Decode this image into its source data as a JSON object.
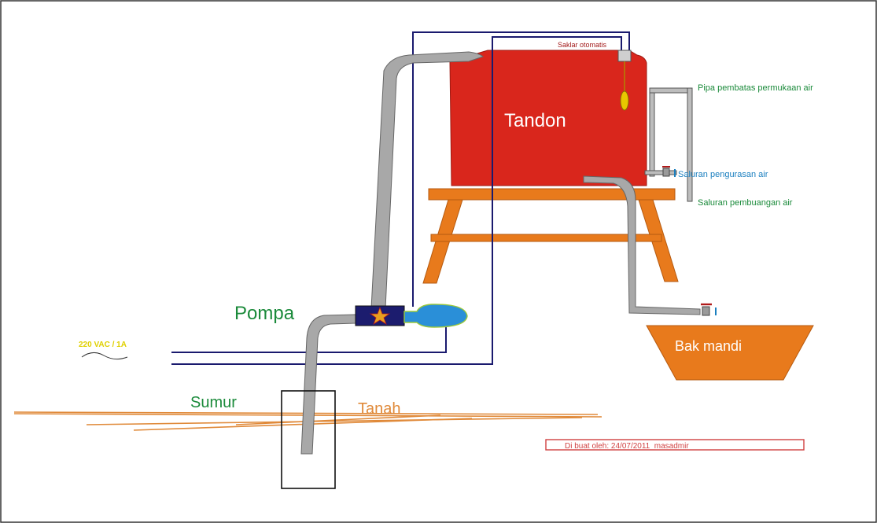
{
  "labels": {
    "tandon": "Tandon",
    "saklar": "Saklar otomatis",
    "pipa_pembatas": "Pipa pembatas permukaan air",
    "saluran_pengurasan": "Saluran pengurasan air",
    "saluran_pembuangan": "Saluran pembuangan air",
    "pompa": "Pompa",
    "voltage": "220 VAC / 1A",
    "sumur": "Sumur",
    "tanah": "Tanah",
    "bak_mandi": "Bak mandi",
    "credit": "Di buat oleh: 24/07/2011_masadmir"
  },
  "colors": {
    "tank": "#d9261c",
    "stand": "#e87a1c",
    "basin": "#e87a1c",
    "pipe_fill": "#a8a8a8",
    "pipe_stroke": "#666666",
    "wire": "#1a1a6e",
    "label_green": "#1a8a3a",
    "label_blue": "#1a7fbf",
    "label_darkred": "#a31a1a",
    "label_yellow": "#e0d000",
    "ground": "#e08a3a",
    "float": "#e8c800",
    "pump_body": "#1c1c6e",
    "pump_star": "#e8a020",
    "pump_motor": "#2a8fd8"
  },
  "icons": {
    "pump": "pump-icon",
    "valve": "valve-icon",
    "float_switch": "float-switch-icon",
    "power_wave": "ac-wave-icon"
  }
}
